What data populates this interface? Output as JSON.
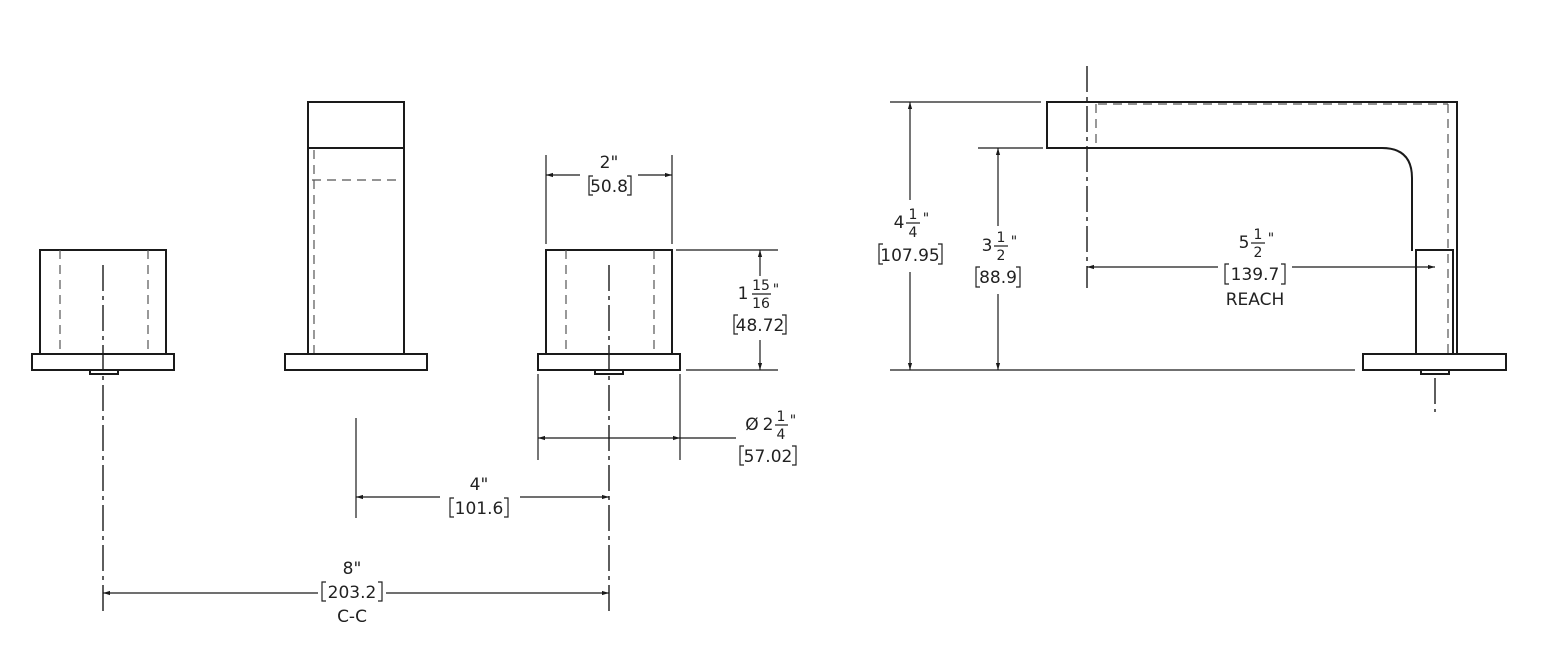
{
  "dimensions": {
    "handle_width": {
      "value": "2\"",
      "metric": "50.8"
    },
    "handle_height": {
      "whole": "1",
      "num": "15",
      "den": "16",
      "unit": "\"",
      "metric": "48.72"
    },
    "base_diameter": {
      "symbol": "Ø",
      "whole": "2",
      "num": "1",
      "den": "4",
      "unit": "\"",
      "metric": "57.02"
    },
    "spout_to_handle": {
      "value": "4\"",
      "metric": "101.6"
    },
    "center_to_center": {
      "value": "8\"",
      "metric": "203.2",
      "note": "C-C"
    },
    "overall_height": {
      "whole": "4",
      "num": "1",
      "den": "4",
      "unit": "\"",
      "metric": "107.95"
    },
    "spout_height": {
      "whole": "3",
      "num": "1",
      "den": "2",
      "unit": "\"",
      "metric": "88.9"
    },
    "reach": {
      "whole": "5",
      "num": "1",
      "den": "2",
      "unit": "\"",
      "metric": "139.7",
      "note": "REACH"
    }
  }
}
